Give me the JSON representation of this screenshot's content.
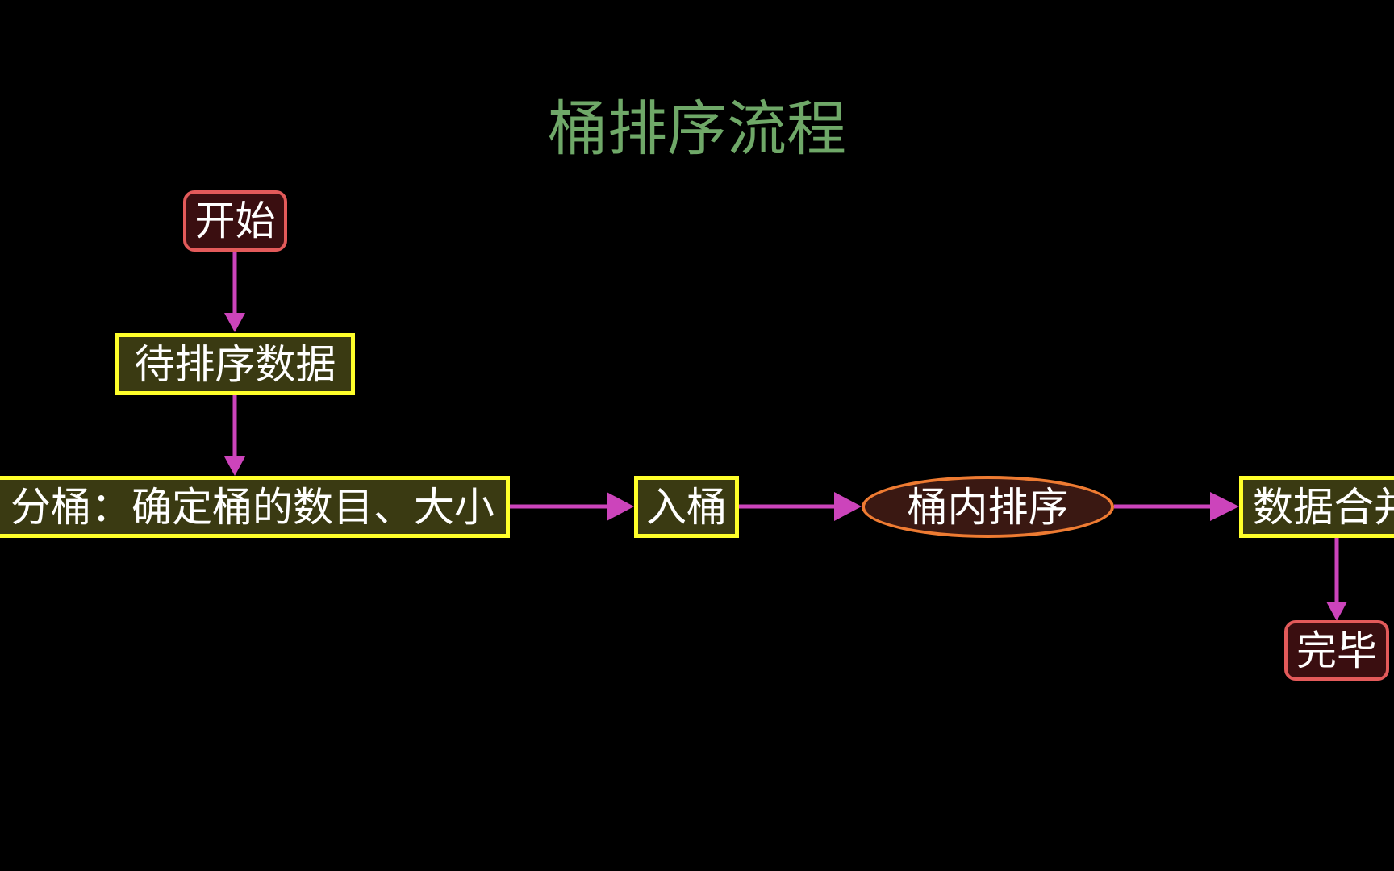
{
  "diagram": {
    "title": "桶排序流程",
    "nodes": {
      "start": "开始",
      "input_data": "待排序数据",
      "split_buckets": "分桶：确定桶的数目、大小",
      "into_buckets": "入桶",
      "sort_within": "桶内排序",
      "merge_data": "数据合并",
      "done": "完毕"
    },
    "colors": {
      "background": "#000000",
      "title": "#6fa868",
      "arrow": "#cc44bb",
      "terminal_border": "#e35a5a",
      "process_border": "#ffff2a",
      "sort_border": "#ee7b32",
      "text": "#ffffff"
    }
  }
}
